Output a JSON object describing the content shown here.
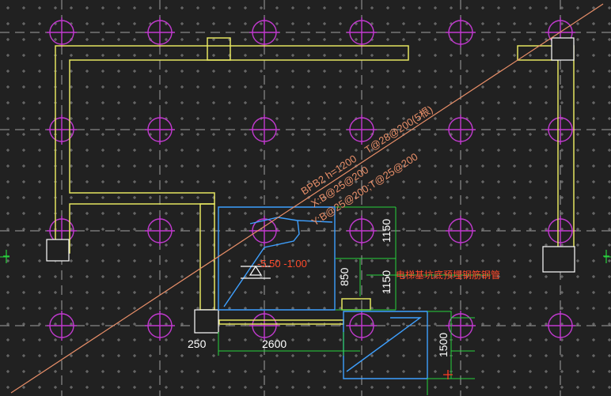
{
  "annotations": {
    "slab_title": "BPB2 h=1200",
    "slab_x_bottom": "X:B@25@200",
    "slab_top_reinf": "T@28@200(5根)",
    "slab_y_bottom": "Y:B@25@200;T@25@200",
    "section_mark": "-5.50 -1.00",
    "elevator_note": "电梯基坑底预埋钢筋钢管"
  },
  "dimensions": {
    "d250": "250",
    "d2600": "2600",
    "d1150_upper": "1150",
    "d850": "850",
    "d1150_lower": "1150",
    "d1500": "1500"
  },
  "colors": {
    "background": "#212121",
    "grid_cross": "#8c8c8c",
    "pile_circle": "#c23ad0",
    "wall_outline": "#e5e560",
    "pit_outline": "#3ea0ff",
    "dimension_line": "#28d23d",
    "annotation_text": "#e98f69",
    "marker_red": "#ff3b24"
  }
}
